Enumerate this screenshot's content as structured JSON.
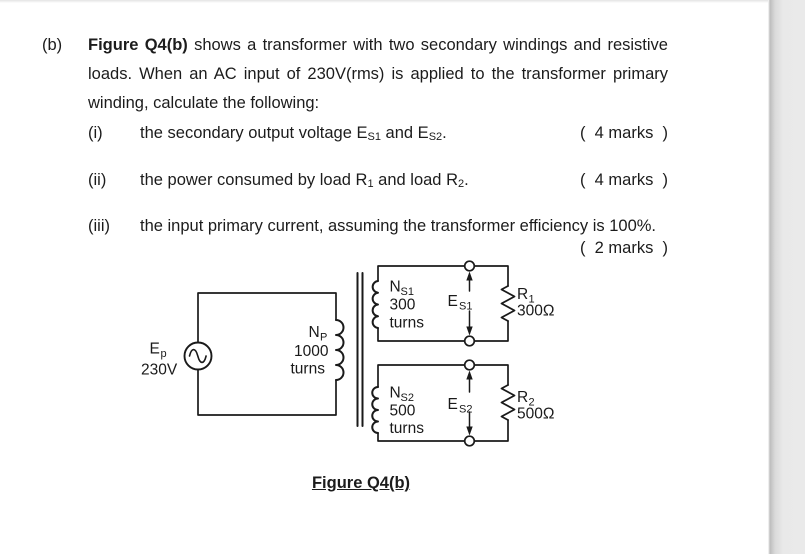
{
  "question": {
    "label": "(b)",
    "intro_bold": "Figure Q4(b)",
    "intro_text": "shows a transformer with two secondary windings and resistive loads. When an AC input of 230V(rms) is applied to the transformer primary winding, calculate the following:"
  },
  "items": [
    {
      "label": "(i)",
      "p1": "the secondary output voltage E",
      "s1": "S1",
      "p2": " and E",
      "s2": "S2",
      "p3": ".",
      "marks": "(  4 marks  )"
    },
    {
      "label": "(ii)",
      "p1": "the power consumed by load R",
      "s1": "1",
      "p2": " and load R",
      "s2": "2",
      "p3": ".",
      "marks": "(  4 marks  )"
    },
    {
      "label": "(iii)",
      "p1": "the input primary current, assuming the transformer efficiency is 100%.",
      "s1": "",
      "p2": "",
      "s2": "",
      "p3": "",
      "marks": "(  2 marks  )"
    }
  ],
  "diagram": {
    "source": {
      "label": "E",
      "label_sub": "p",
      "value": "230V"
    },
    "primary": {
      "label": "N",
      "label_sub": "P",
      "turns": "1000",
      "turns_word": "turns"
    },
    "secondary1": {
      "label": "N",
      "label_sub": "S1",
      "turns": "300",
      "turns_word": "turns",
      "voltage": "E",
      "voltage_sub": "S1",
      "resistor": "R",
      "resistor_sub": "1",
      "resistance": "300Ω"
    },
    "secondary2": {
      "label": "N",
      "label_sub": "S2",
      "turns": "500",
      "turns_word": "turns",
      "voltage": "E",
      "voltage_sub": "S2",
      "resistor": "R",
      "resistor_sub": "2",
      "resistance": "500Ω"
    },
    "caption": "Figure Q4(b)"
  }
}
